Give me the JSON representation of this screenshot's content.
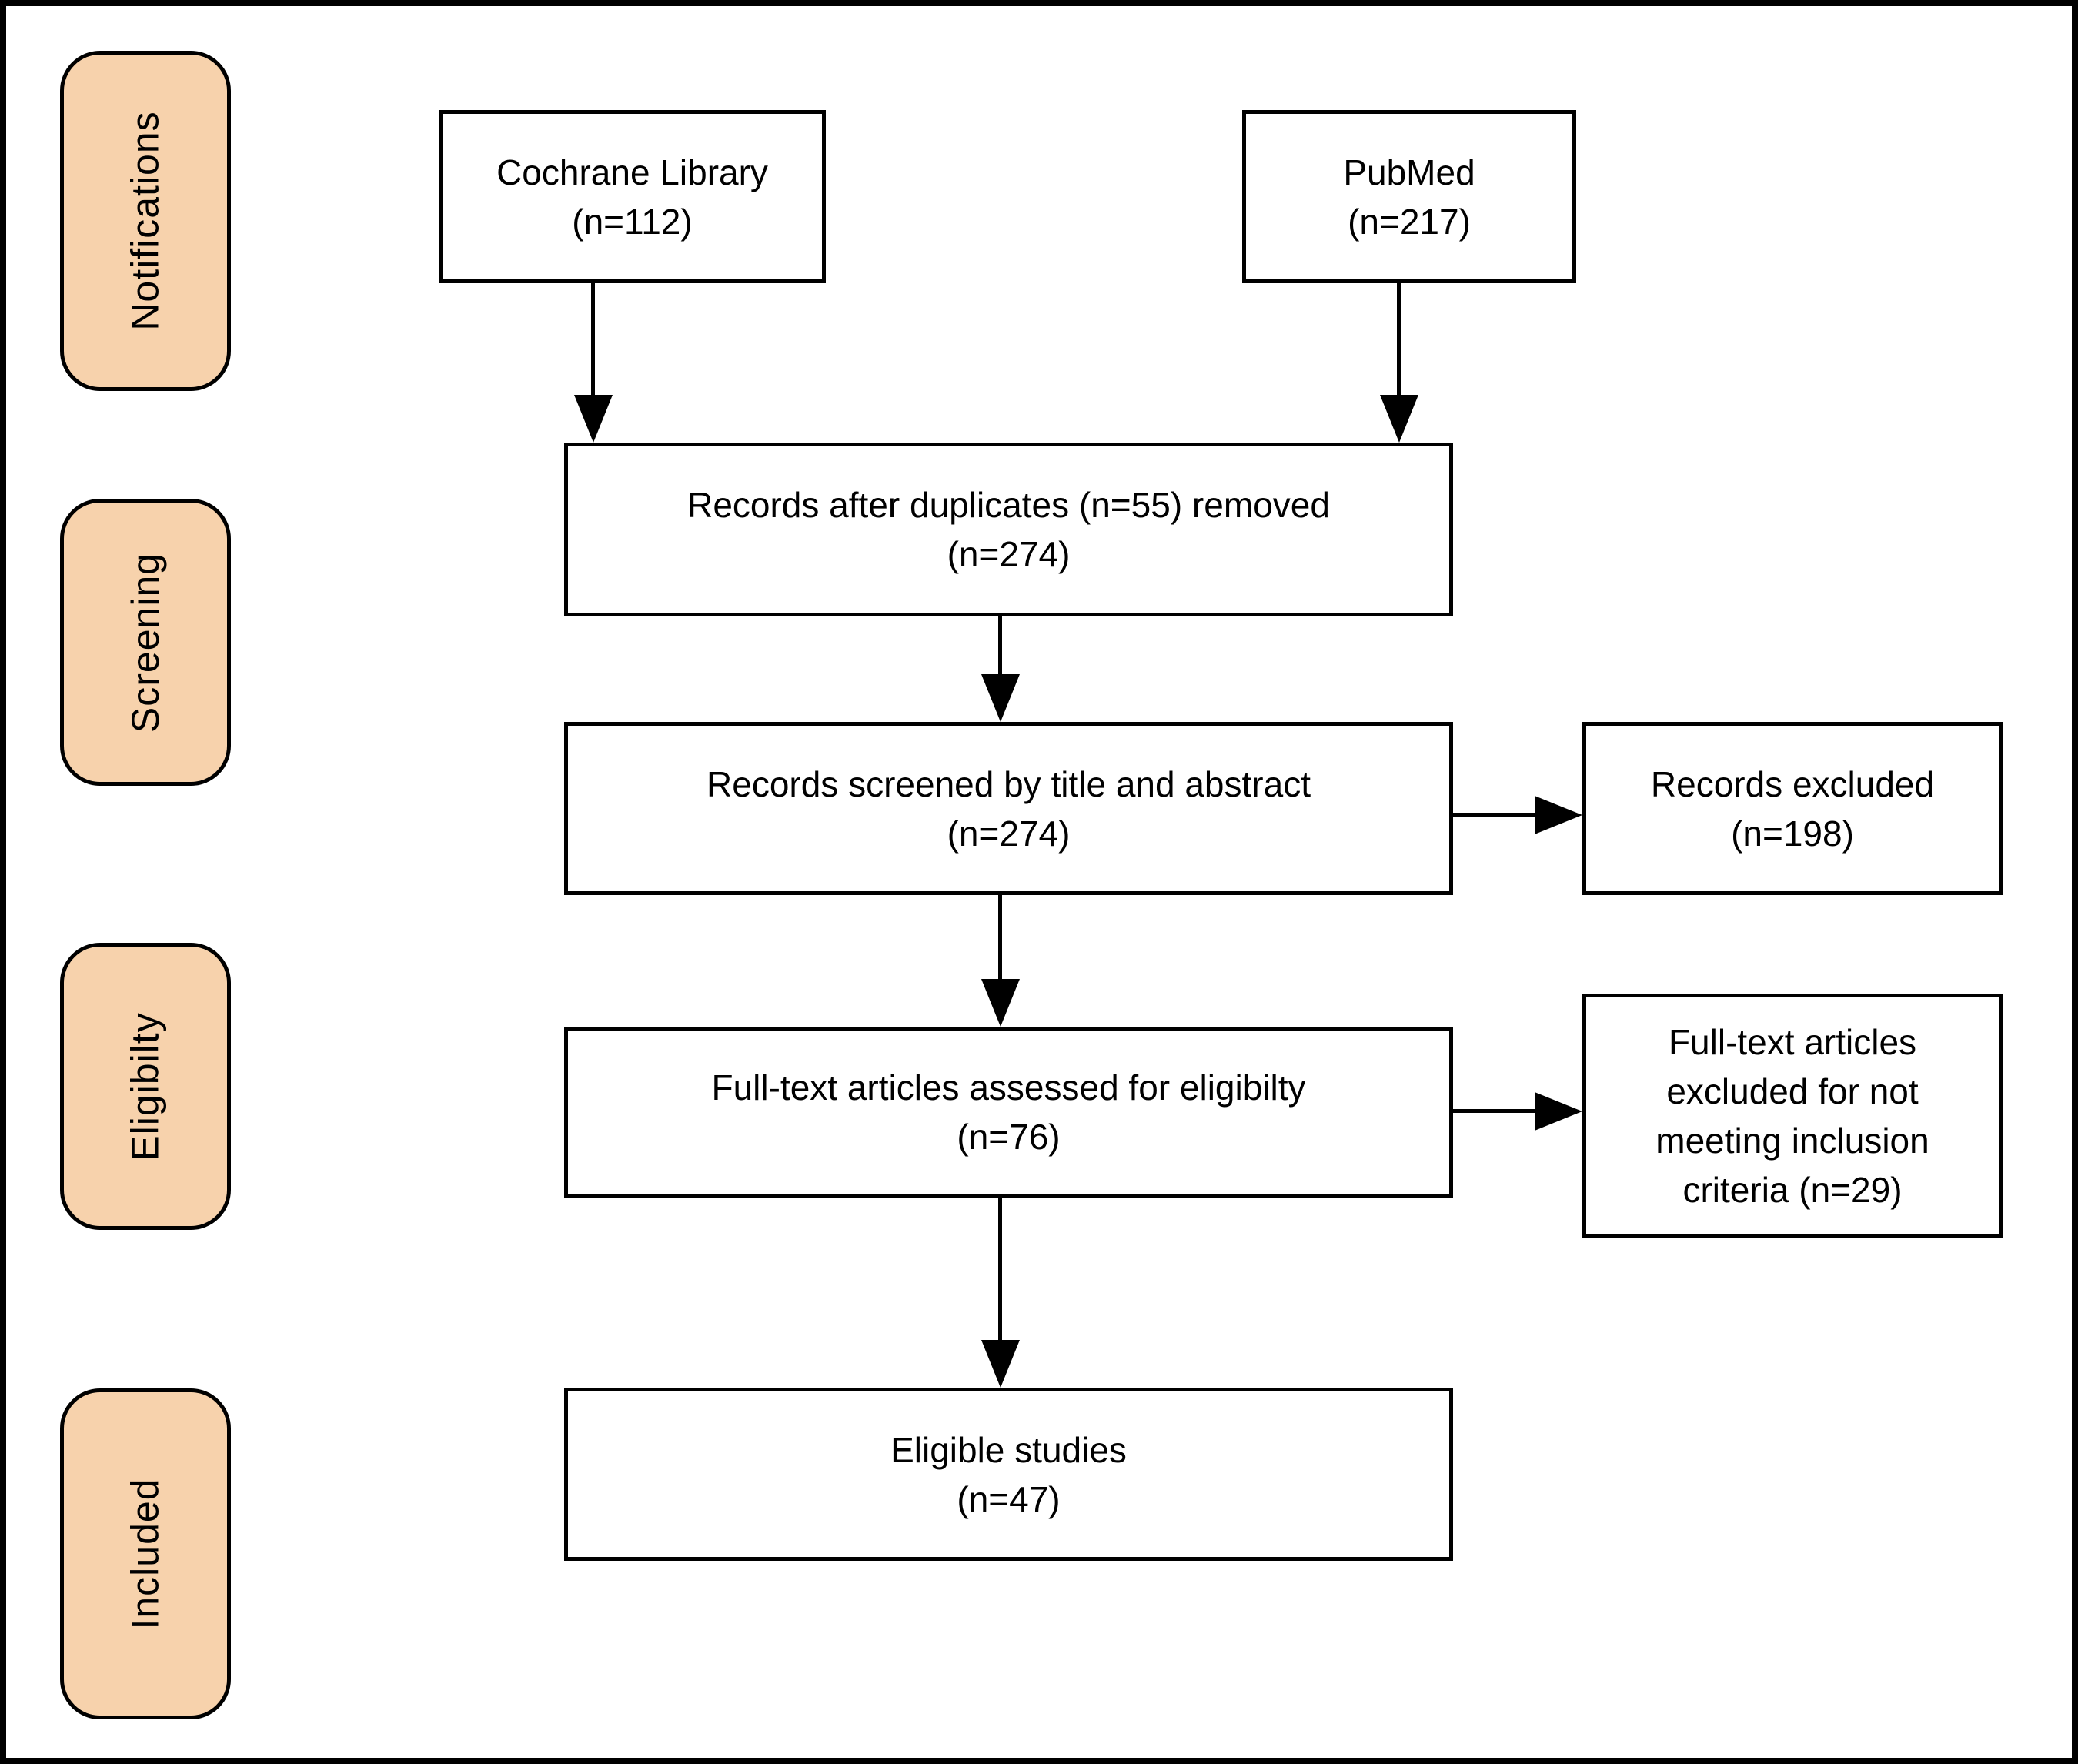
{
  "diagram": {
    "stages": {
      "notifications": "Notifications",
      "screening": "Screening",
      "eligibility": "Eligibilty",
      "included": "Included"
    },
    "nodes": {
      "cochrane": {
        "line1": "Cochrane Library",
        "line2": "(n=112)"
      },
      "pubmed": {
        "line1": "PubMed",
        "line2": "(n=217)"
      },
      "duplicates": {
        "line1": "Records after duplicates (n=55) removed",
        "line2": "(n=274)"
      },
      "screened": {
        "line1": "Records screened by title and abstract",
        "line2": "(n=274)"
      },
      "records_excluded": {
        "line1": "Records excluded",
        "line2": "(n=198)"
      },
      "fulltext": {
        "line1": "Full-text articles assessed for eligibilty",
        "line2": "(n=76)"
      },
      "fulltext_excluded": {
        "text": "Full-text articles excluded for not meeting inclusion criteria (n=29)"
      },
      "eligible": {
        "line1": "Eligible studies",
        "line2": "(n=47)"
      }
    },
    "colors": {
      "stage_fill": "#F7D2AC",
      "node_fill": "#FFFFFF",
      "border": "#000000",
      "arrow": "#000000",
      "background": "#FFFFFF"
    }
  }
}
